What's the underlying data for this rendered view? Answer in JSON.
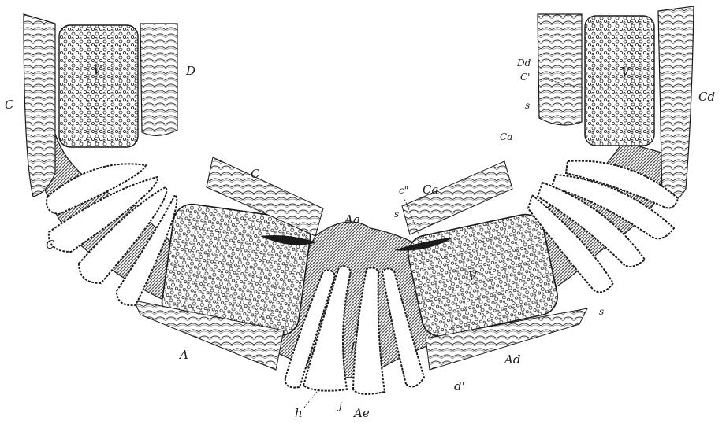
{
  "figure": {
    "labels": {
      "C_left_top": "C",
      "V_left": "V",
      "D": "D",
      "C_center": "C",
      "C_left_mid": "C",
      "A": "A",
      "Aa": "Aa",
      "f": "f",
      "h": "h",
      "j": "j",
      "Ae": "Ae",
      "Dd": "Dd",
      "c_prime": "C'",
      "s_upper": "s",
      "Cd": "Cd",
      "Ca": "Ca",
      "V_right_top": "V",
      "c_double_prime": "c\"",
      "Ca_prime": "Ca",
      "s_mid": "s",
      "V_right": "V",
      "s_lower": "s",
      "Ad": "Ad",
      "d_prime": "d'"
    },
    "colors": {
      "ink": "#1a1a1a",
      "shade": "#8a8a8a",
      "paper": "#ffffff"
    }
  }
}
